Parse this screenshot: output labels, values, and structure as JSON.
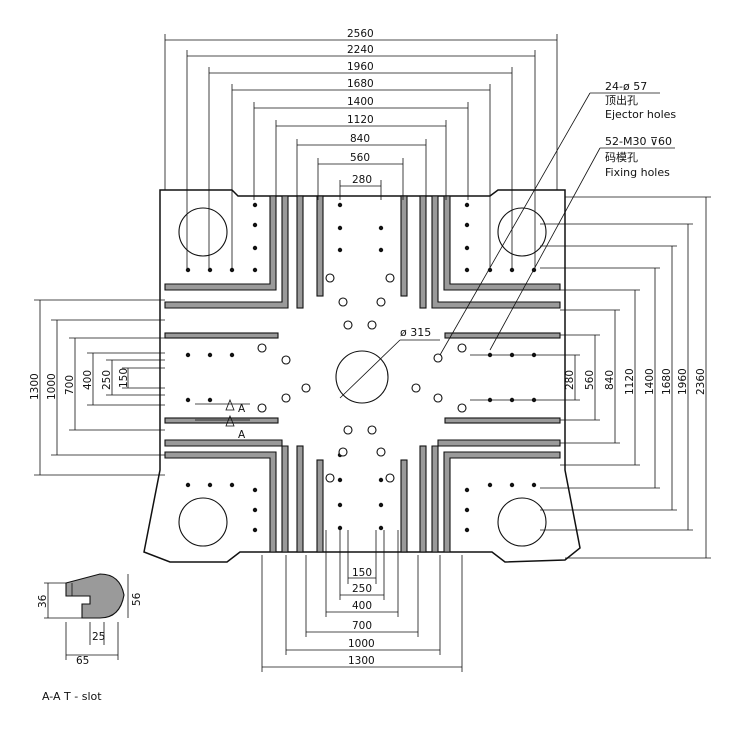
{
  "top_dimensions": [
    "2560",
    "2240",
    "1960",
    "1680",
    "1400",
    "1120",
    "840",
    "560",
    "280"
  ],
  "right_dimensions": [
    "280",
    "560",
    "840",
    "1120",
    "1400",
    "1680",
    "1960",
    "2360"
  ],
  "left_dimensions": [
    "1300",
    "1000",
    "700",
    "400",
    "250",
    "150"
  ],
  "bottom_dimensions": [
    "150",
    "250",
    "400",
    "700",
    "1000",
    "1300"
  ],
  "center_hole_label": "ø 315",
  "ejector": {
    "spec": "24-ø 57",
    "label_cn": "顶出孔",
    "label_en": "Ejector holes"
  },
  "fixing": {
    "spec": "52-M30 ⊽60",
    "label_cn": "码模孔",
    "label_en": "Fixing holes"
  },
  "section_marker": "A",
  "tslot_dimensions": {
    "height_total": "56",
    "height_upper": "36",
    "width_total": "65",
    "width_neck": "25"
  },
  "caption": "A-A  T - slot"
}
